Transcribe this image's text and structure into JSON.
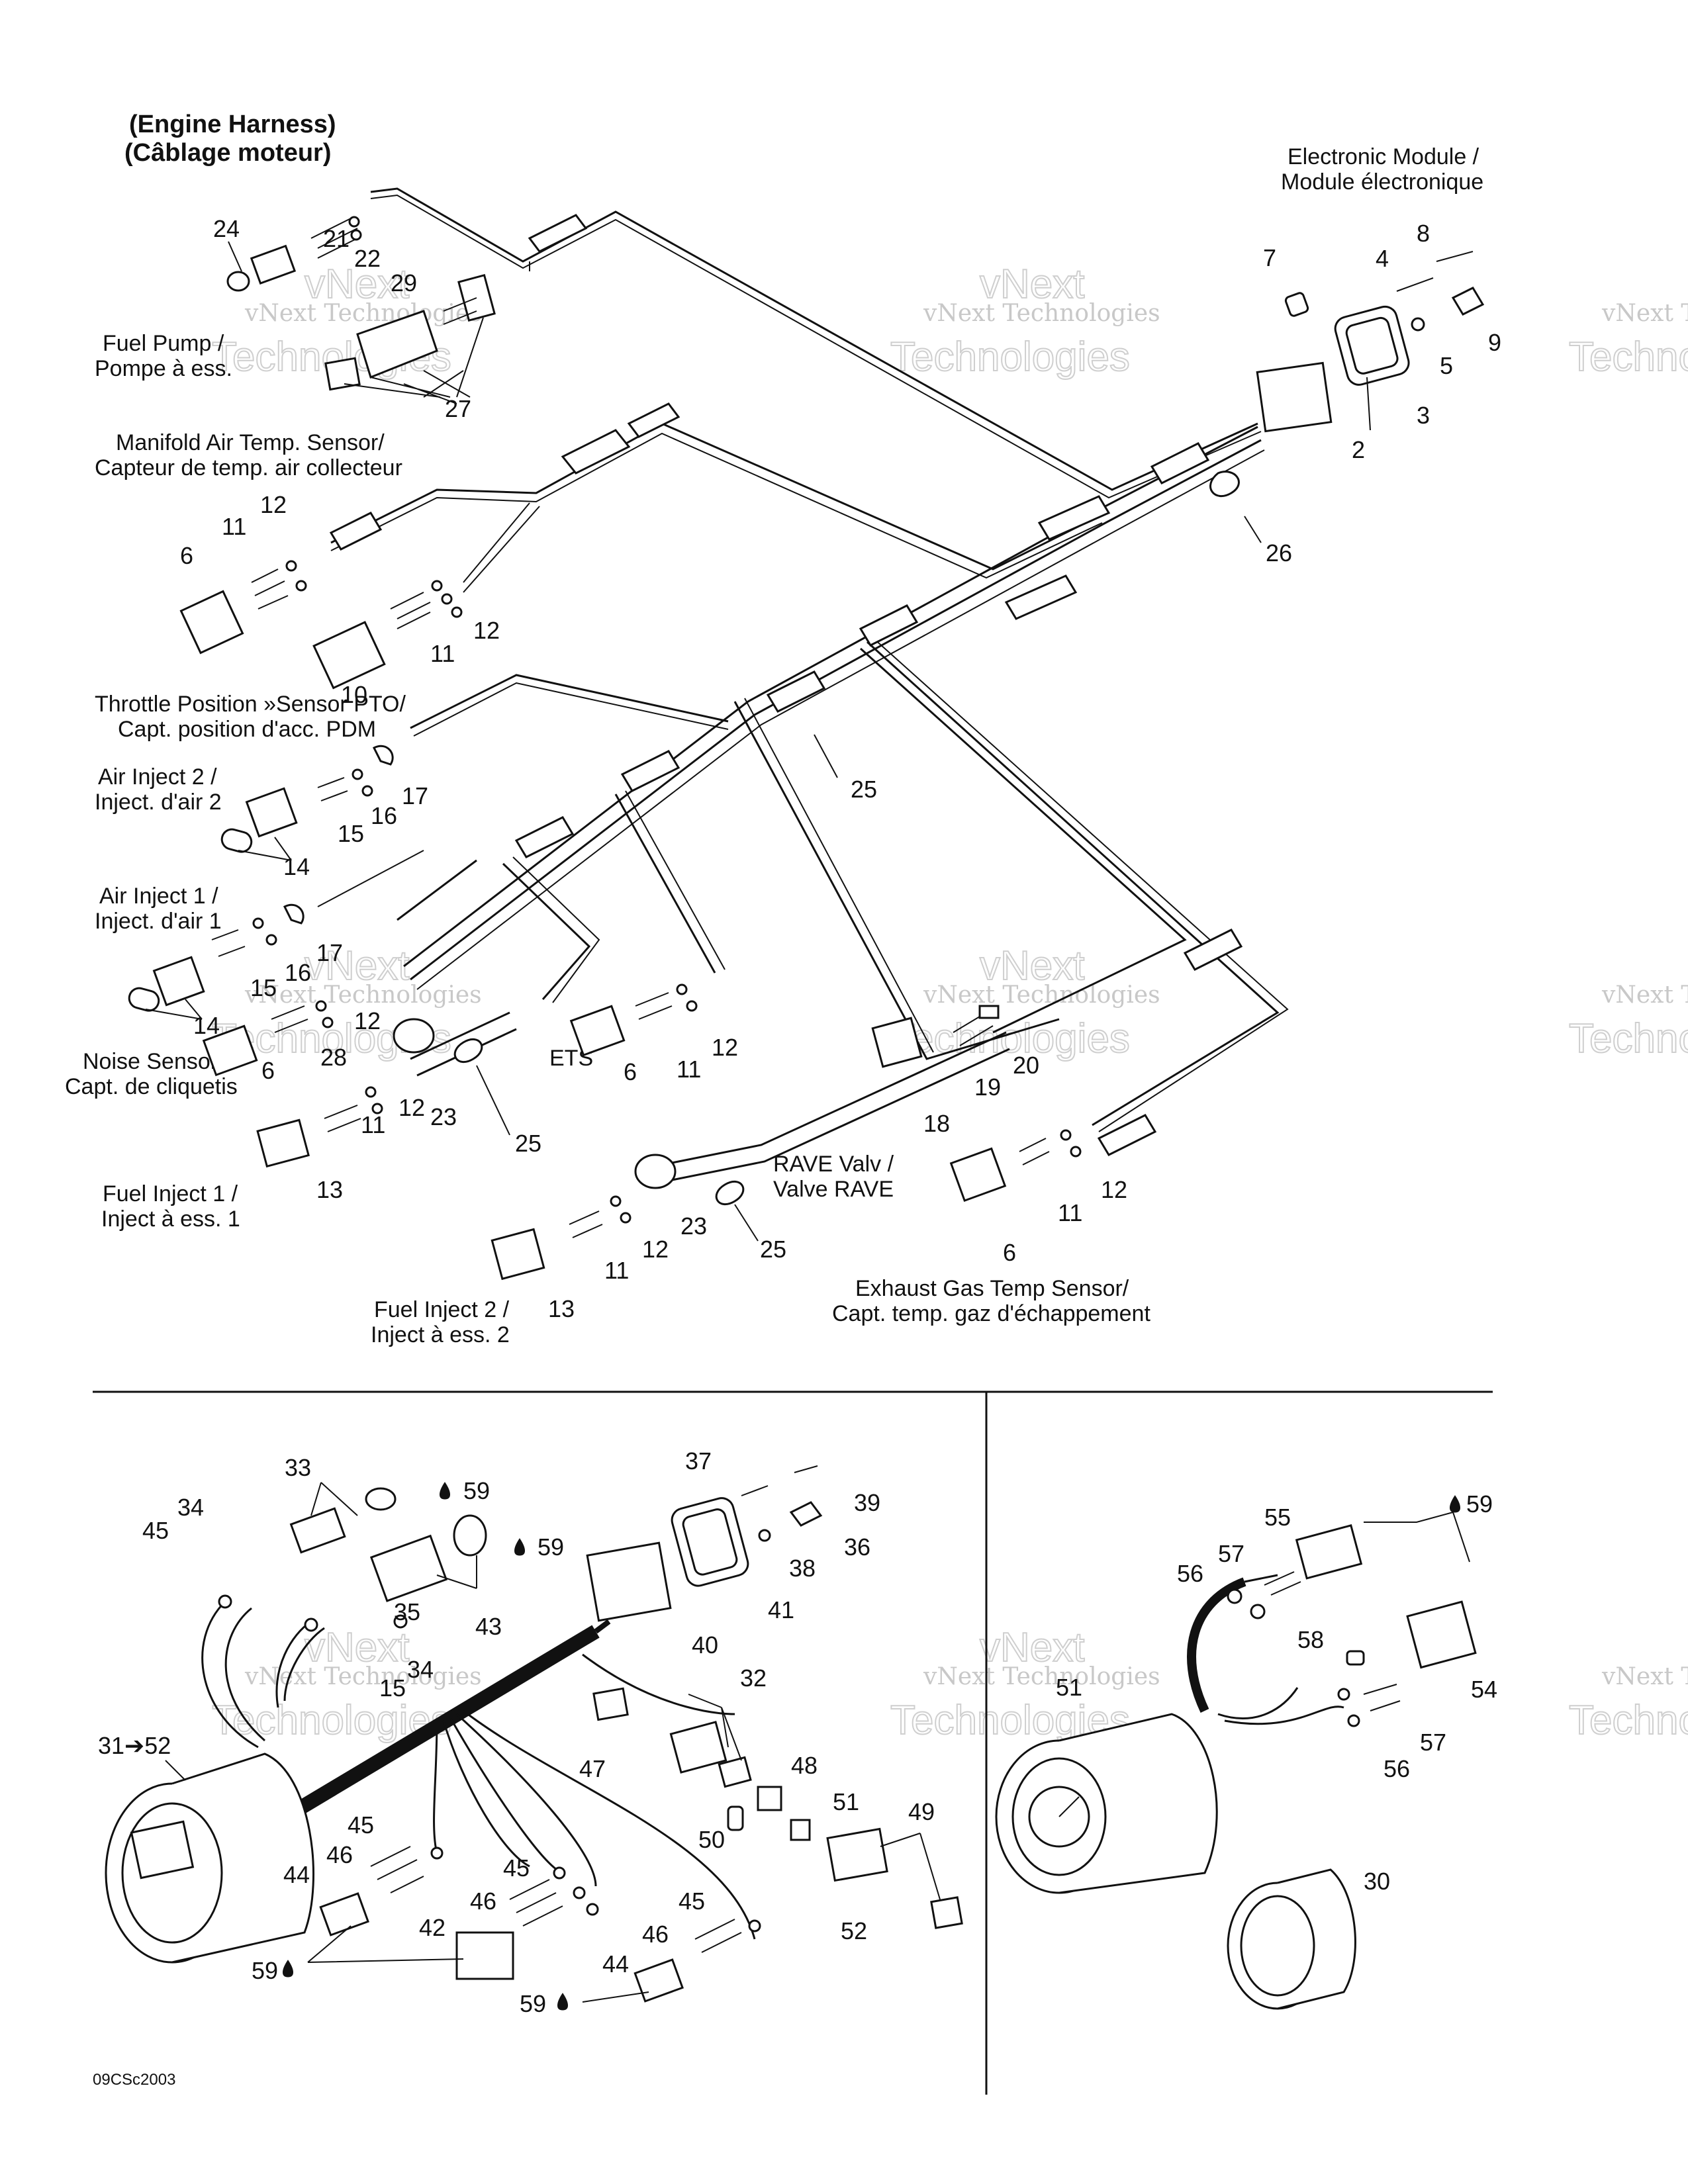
{
  "header": {
    "title_line1": "(Engine Harness)",
    "title_line2": "(Câblage moteur)"
  },
  "footer_code": "09CSc2003",
  "watermark": {
    "line1": "vNext Technologies",
    "line2": "vNext",
    "line3": "Technologies"
  },
  "labels": {
    "electronic_module_1": "Electronic Module /",
    "electronic_module_2": "Module électronique",
    "fuel_pump_1": "Fuel Pump /",
    "fuel_pump_2": "Pompe à ess.",
    "manifold_1": "Manifold Air Temp. Sensor/",
    "manifold_2": "Capteur de temp. air collecteur",
    "throttle_1": "Throttle Position »Sensor PTO/",
    "throttle_2": "Capt. position d'acc. PDM",
    "air_inject2_1": "Air Inject  2 /",
    "air_inject2_2": "Inject. d'air 2",
    "air_inject1_1": "Air Inject 1 /",
    "air_inject1_2": "Inject. d'air 1",
    "noise_1": "Noise Sensor/",
    "noise_2": "Capt. de cliquetis",
    "fuel_inject1_1": "Fuel Inject 1 /",
    "fuel_inject1_2": "Inject à ess. 1",
    "fuel_inject2_1": "Fuel Inject 2 /",
    "fuel_inject2_2": "Inject à ess. 2",
    "ets": "ETS",
    "rave_1": "RAVE Valv /",
    "rave_2": "Valve RAVE",
    "exhaust_1": "Exhaust Gas Temp Sensor/",
    "exhaust_2": "Capt. temp. gaz d'échappement"
  },
  "callouts": {
    "c24": "24",
    "c21": "21",
    "c22": "22",
    "c29": "29",
    "c27": "27",
    "c7": "7",
    "c4": "4",
    "c8": "8",
    "c9": "9",
    "c5": "5",
    "c3": "3",
    "c2": "2",
    "c26": "26",
    "c12a": "12",
    "c11a": "11",
    "c6a": "6",
    "c11b": "11",
    "c12b": "12",
    "c10": "10",
    "c25a": "25",
    "c17a": "17",
    "c16a": "16",
    "c15a": "15",
    "c14a": "14",
    "c17b": "17",
    "c16b": "16",
    "c15b": "15",
    "c14b": "14",
    "c12c": "12",
    "c28": "28",
    "c6b": "6",
    "c11c": "11",
    "c12d": "12",
    "c13a": "13",
    "c23a": "23",
    "c25b": "25",
    "c12e": "12",
    "c11d": "11",
    "c6c": "6",
    "c20": "20",
    "c19": "19",
    "c18": "18",
    "c12f": "12",
    "c11e": "11",
    "c6d": "6",
    "c23b": "23",
    "c25c": "25",
    "c12g": "12",
    "c11f": "11",
    "c13b": "13",
    "c33": "33",
    "c59a": "59",
    "c59b": "59",
    "c34a": "34",
    "c45a": "45",
    "c43": "43",
    "c35": "35",
    "c34b": "34",
    "c15c": "15",
    "c37": "37",
    "c39": "39",
    "c36": "36",
    "c38": "38",
    "c40": "40",
    "c41": "41",
    "c32": "32",
    "c47": "47",
    "c48": "48",
    "c51": "51",
    "c50": "50",
    "c49": "49",
    "c52": "52",
    "c31": "31➔52",
    "c45b": "45",
    "c46a": "46",
    "c44a": "44",
    "c59c": "59",
    "c42": "42",
    "c45c": "45",
    "c46b": "46",
    "c45d": "45",
    "c46c": "46",
    "c44b": "44",
    "c59d": "59",
    "c55": "55",
    "c59e": "59",
    "c57a": "57",
    "c56a": "56",
    "c58": "58",
    "c54": "54",
    "c51b": "51",
    "c57b": "57",
    "c56b": "56",
    "c30": "30"
  }
}
